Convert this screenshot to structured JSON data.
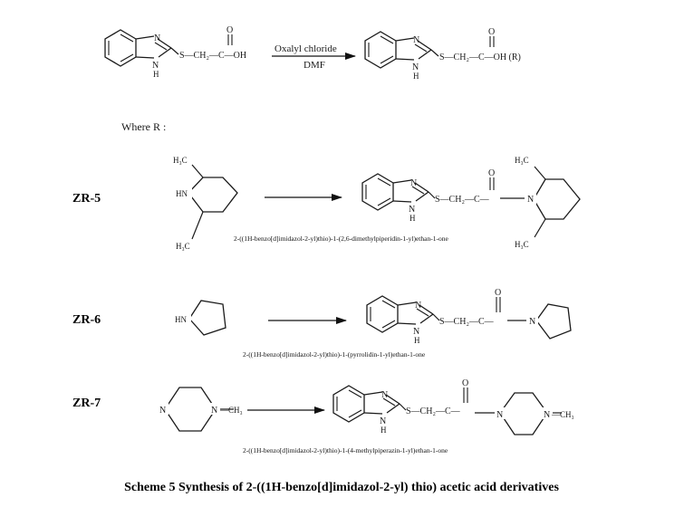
{
  "reaction": {
    "reagent_top": "Oxalyl chloride",
    "reagent_bottom": "DMF",
    "reactant_chain": "S—CH₂—C—OH",
    "product_chain": "S—CH₂—C—OH (R)",
    "atom_N": "N",
    "atom_H": "H",
    "atom_O": "O"
  },
  "where_label": "Where R :",
  "rows": [
    {
      "label": "ZR-5",
      "reagent_atoms": {
        "hn": "HN",
        "me_top": "H₃C",
        "me_bottom": "H₃C"
      },
      "product_atoms": {
        "n": "N",
        "me_top": "H₃C",
        "me_bottom": "H₃C"
      },
      "chain": "S—CH₂—C—",
      "caption": "2-((1H-benzo[d]imidazol-2-yl)thio)-1-(2,6-dimethylpiperidin-1-yl)ethan-1-one"
    },
    {
      "label": "ZR-6",
      "reagent_atoms": {
        "hn": "HN"
      },
      "product_atoms": {
        "n": "N"
      },
      "chain": "S—CH₂—C—",
      "caption": "2-((1H-benzo[d]imidazol-2-yl)thio)-1-(pyrrolidin-1-yl)ethan-1-one"
    },
    {
      "label": "ZR-7",
      "reagent_atoms": {
        "n_left": "N",
        "n_right": "N",
        "ch3": "—CH₃"
      },
      "product_atoms": {
        "n_left": "N",
        "n_right": "N",
        "ch3": "—CH₃"
      },
      "chain": "S—CH₂—C—",
      "caption": "2-((1H-benzo[d]imidazol-2-yl)thio)-1-(4-methylpiperazin-1-yl)ethan-1-one"
    }
  ],
  "scheme_caption": "Scheme 5 Synthesis of 2-((1H-benzo[d]imidazol-2-yl) thio) acetic acid derivatives"
}
